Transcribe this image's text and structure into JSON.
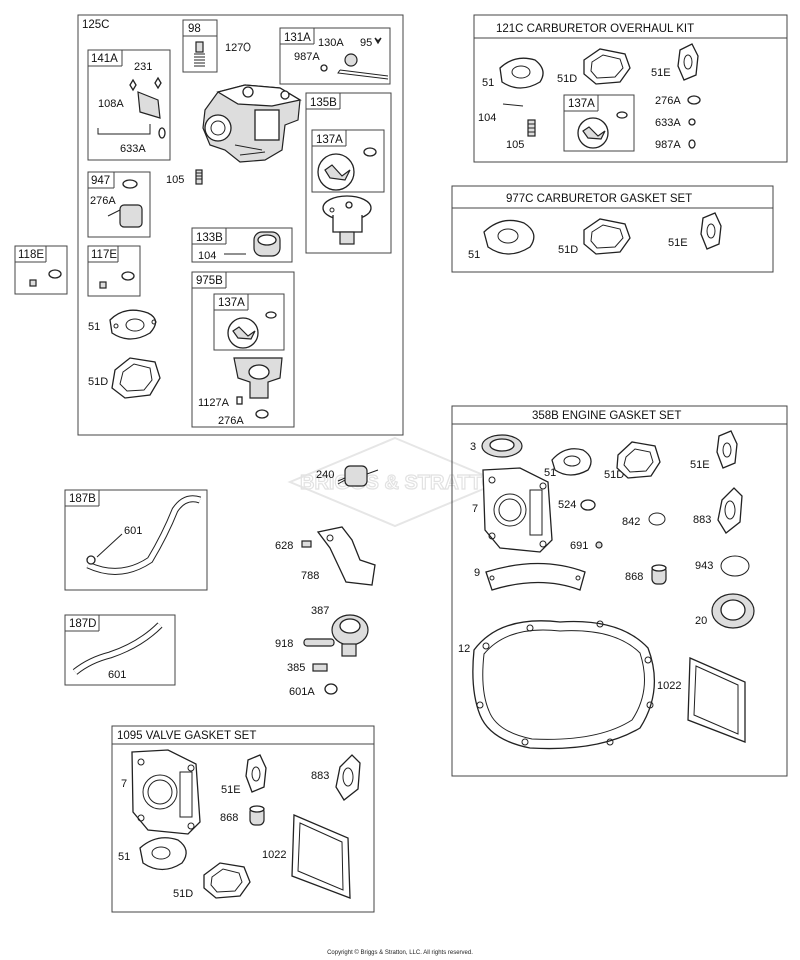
{
  "watermark": "BRIGGS & STRATTON",
  "copyright": "Copyright © Briggs & Stratton, LLC. All rights reserved.",
  "kits": {
    "k125c": "125C",
    "k98": "98",
    "k131a": "131A",
    "k141a": "141A",
    "k135b": "135B",
    "k137a_1": "137A",
    "k947": "947",
    "k133b": "133B",
    "k118e": "118E",
    "k117e": "117E",
    "k975b": "975B",
    "k137a_2": "137A",
    "k121c": "121C CARBURETOR OVERHAUL KIT",
    "k137a_3": "137A",
    "k977c": "977C CARBURETOR GASKET SET",
    "k358b": "358B ENGINE GASKET SET",
    "k187b": "187B",
    "k187d": "187D",
    "k1095": "1095 VALVE GASKET SET"
  },
  "parts": {
    "p127": "127",
    "p130a": "130A",
    "p95": "95",
    "p987a_1": "987A",
    "p231": "231",
    "p108a": "108A",
    "p633a_1": "633A",
    "p276a_1": "276A",
    "p105_1": "105",
    "p104_1": "104",
    "p51_1": "51",
    "p51d_1": "51D",
    "p1127a": "1127A",
    "p276a_2": "276A",
    "p51_2": "51",
    "p51d_2": "51D",
    "p51e_2": "51E",
    "p104_2": "104",
    "p105_2": "105",
    "p276a_3": "276A",
    "p633a_2": "633A",
    "p987a_2": "987A",
    "p51_3": "51",
    "p51d_3": "51D",
    "p51e_3": "51E",
    "p240": "240",
    "p628": "628",
    "p788": "788",
    "p387": "387",
    "p918": "918",
    "p385": "385",
    "p601a": "601A",
    "p601_1": "601",
    "p601_2": "601",
    "p3": "3",
    "p51_4": "51",
    "p51d_4": "51D",
    "p51e_4": "51E",
    "p7_1": "7",
    "p524": "524",
    "p842": "842",
    "p883_1": "883",
    "p691": "691",
    "p9": "9",
    "p868_1": "868",
    "p943": "943",
    "p20": "20",
    "p12": "12",
    "p1022_1": "1022",
    "p7_2": "7",
    "p51e_5": "51E",
    "p883_2": "883",
    "p868_2": "868",
    "p51_5": "51",
    "p51d_5": "51D",
    "p1022_2": "1022"
  }
}
